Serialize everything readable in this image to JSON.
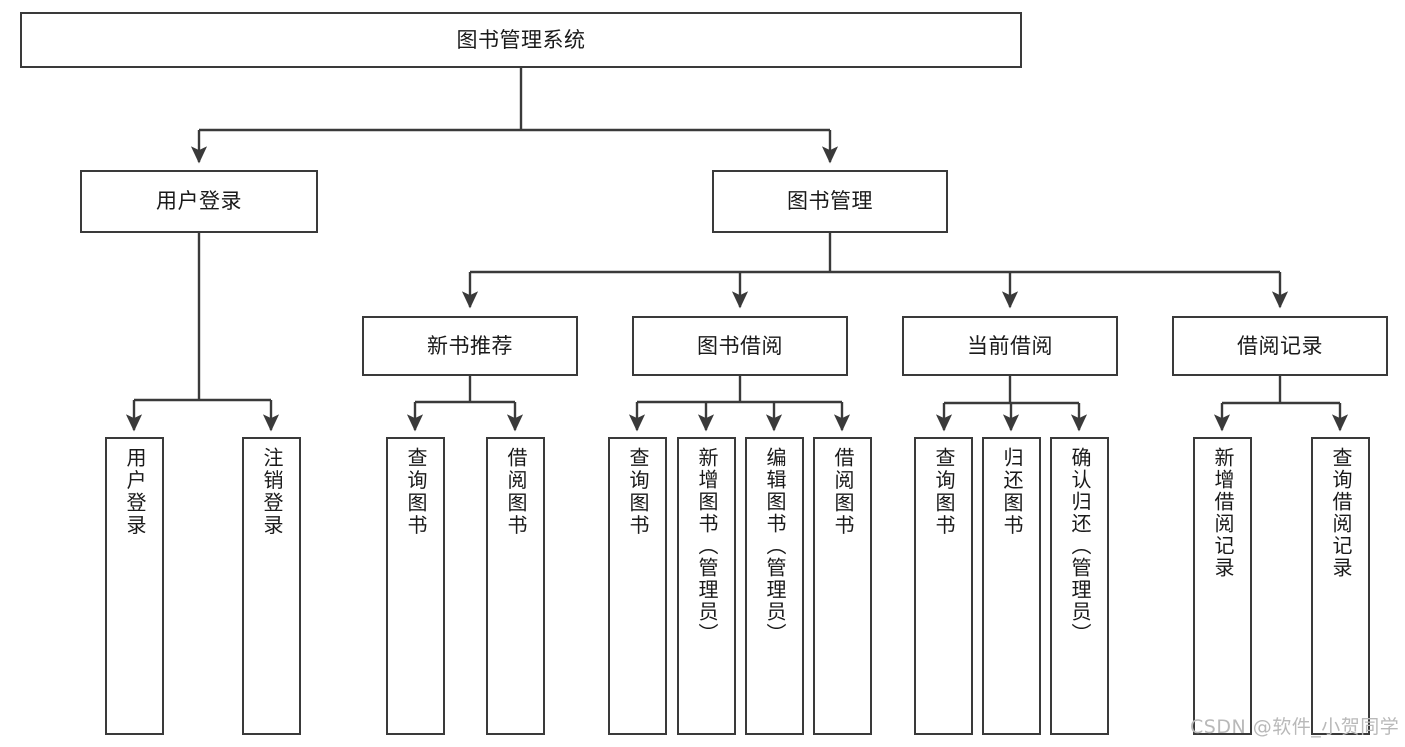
{
  "diagram": {
    "title": "图书管理系统",
    "type": "tree-hierarchy-diagram",
    "colors": {
      "box_border": "#3a3a3a",
      "box_fill": "#ffffff",
      "line": "#3a3a3a",
      "text": "#1a1a1a",
      "watermark": "#b9b9b9"
    },
    "root": {
      "label": "图书管理系统"
    },
    "level2": [
      {
        "label": "用户登录"
      },
      {
        "label": "图书管理"
      }
    ],
    "level3": [
      {
        "label": "新书推荐"
      },
      {
        "label": "图书借阅"
      },
      {
        "label": "当前借阅"
      },
      {
        "label": "借阅记录"
      }
    ],
    "leaves": {
      "user_login": [
        {
          "label": "用户登录"
        },
        {
          "label": "注销登录"
        }
      ],
      "new_book_recommend": [
        {
          "label": "查询图书"
        },
        {
          "label": "借阅图书"
        }
      ],
      "book_borrow": [
        {
          "label": "查询图书"
        },
        {
          "label": "新增图书（管理员）"
        },
        {
          "label": "编辑图书（管理员）"
        },
        {
          "label": "借阅图书"
        }
      ],
      "current_borrow": [
        {
          "label": "查询图书"
        },
        {
          "label": "归还图书"
        },
        {
          "label": "确认归还（管理员）"
        }
      ],
      "borrow_record": [
        {
          "label": "新增借阅记录"
        },
        {
          "label": "查询借阅记录"
        }
      ]
    }
  },
  "watermark": {
    "text": "CSDN @软件_小贺同学"
  }
}
